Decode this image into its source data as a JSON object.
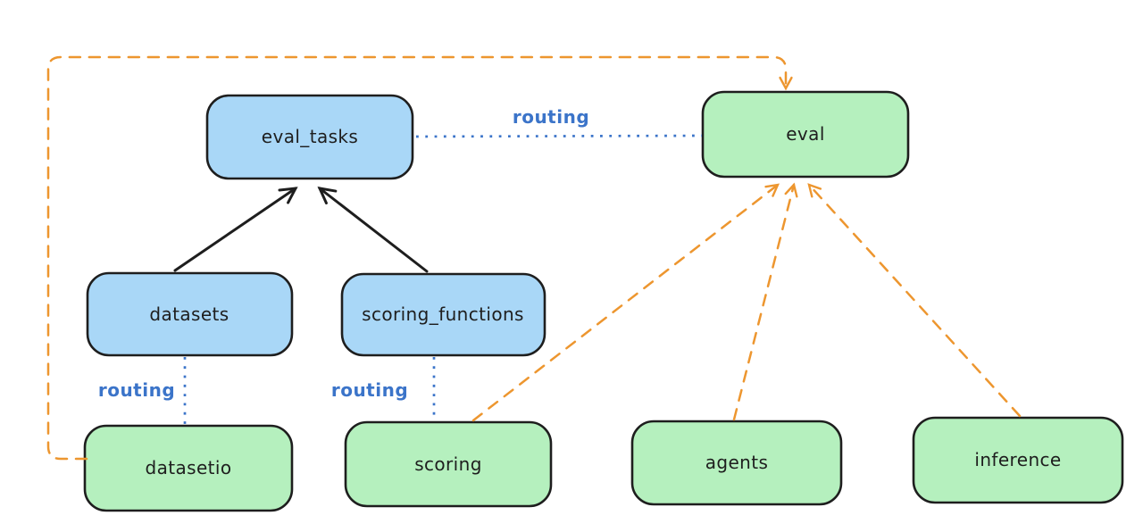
{
  "diagram": {
    "type": "flow-diagram",
    "background": "#FFFFFF",
    "colors": {
      "blue_node_fill": "#A9D7F7",
      "green_node_fill": "#B5F0BE",
      "node_stroke": "#1E1E1E",
      "routing_blue": "#3B74C9",
      "provider_orange": "#ED962F"
    },
    "nodes": [
      {
        "id": "eval_tasks",
        "label": "eval_tasks",
        "color": "blue"
      },
      {
        "id": "eval",
        "label": "eval",
        "color": "green"
      },
      {
        "id": "datasets",
        "label": "datasets",
        "color": "blue"
      },
      {
        "id": "scoring_functions",
        "label": "scoring_functions",
        "color": "blue"
      },
      {
        "id": "datasetio",
        "label": "datasetio",
        "color": "green"
      },
      {
        "id": "scoring",
        "label": "scoring",
        "color": "green"
      },
      {
        "id": "agents",
        "label": "agents",
        "color": "green"
      },
      {
        "id": "inference",
        "label": "inference",
        "color": "green"
      }
    ],
    "edges": [
      {
        "from": "datasets",
        "to": "eval_tasks",
        "style": "solid-arrow",
        "label": ""
      },
      {
        "from": "scoring_functions",
        "to": "eval_tasks",
        "style": "solid-arrow",
        "label": ""
      },
      {
        "from": "eval_tasks",
        "to": "eval",
        "style": "dotted",
        "label": "routing"
      },
      {
        "from": "datasets",
        "to": "datasetio",
        "style": "dotted",
        "label": "routing"
      },
      {
        "from": "scoring_functions",
        "to": "scoring",
        "style": "dotted",
        "label": "routing"
      },
      {
        "from": "datasetio",
        "to": "eval",
        "style": "dashed-arrow",
        "label": ""
      },
      {
        "from": "scoring",
        "to": "eval",
        "style": "dashed-arrow",
        "label": ""
      },
      {
        "from": "agents",
        "to": "eval",
        "style": "dashed-arrow",
        "label": ""
      },
      {
        "from": "inference",
        "to": "eval",
        "style": "dashed-arrow",
        "label": ""
      }
    ]
  }
}
